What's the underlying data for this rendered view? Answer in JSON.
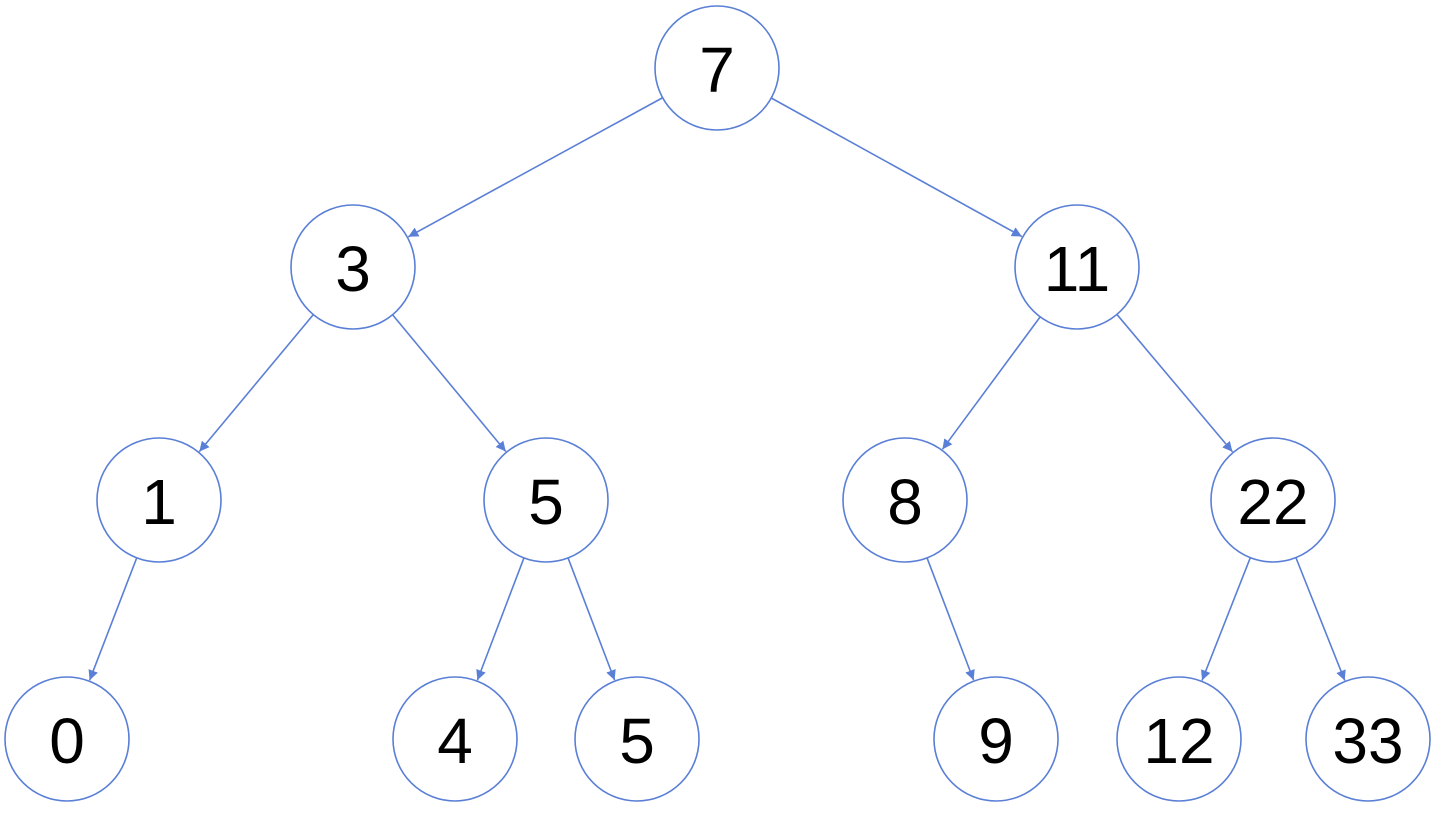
{
  "tree": {
    "stroke_color": "#5a7fd6",
    "text_color": "#000000",
    "nodes": [
      {
        "id": "n7",
        "label": "7"
      },
      {
        "id": "n3",
        "label": "3"
      },
      {
        "id": "n11",
        "label": "11"
      },
      {
        "id": "n1",
        "label": "1"
      },
      {
        "id": "n5a",
        "label": "5"
      },
      {
        "id": "n8",
        "label": "8"
      },
      {
        "id": "n22",
        "label": "22"
      },
      {
        "id": "n0",
        "label": "0"
      },
      {
        "id": "n4",
        "label": "4"
      },
      {
        "id": "n5b",
        "label": "5"
      },
      {
        "id": "n9",
        "label": "9"
      },
      {
        "id": "n12",
        "label": "12"
      },
      {
        "id": "n33",
        "label": "33"
      }
    ],
    "edges": [
      {
        "from": "n7",
        "to": "n3"
      },
      {
        "from": "n7",
        "to": "n11"
      },
      {
        "from": "n3",
        "to": "n1"
      },
      {
        "from": "n3",
        "to": "n5a"
      },
      {
        "from": "n11",
        "to": "n8"
      },
      {
        "from": "n11",
        "to": "n22"
      },
      {
        "from": "n1",
        "to": "n0"
      },
      {
        "from": "n5a",
        "to": "n4"
      },
      {
        "from": "n5a",
        "to": "n5b"
      },
      {
        "from": "n8",
        "to": "n9"
      },
      {
        "from": "n22",
        "to": "n12"
      },
      {
        "from": "n22",
        "to": "n33"
      }
    ]
  }
}
